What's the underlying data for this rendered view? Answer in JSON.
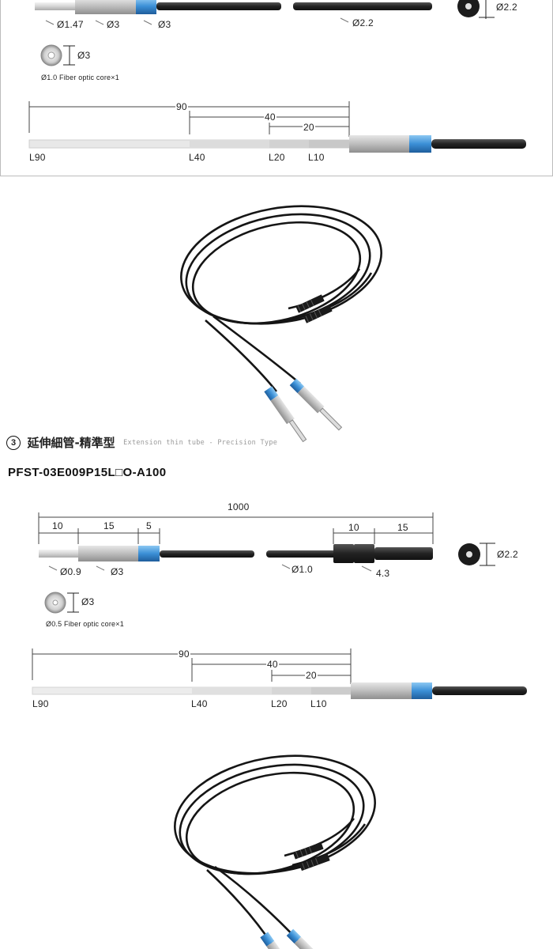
{
  "panel1": {
    "dims_top": [
      "Ø1.47",
      "Ø3",
      "Ø3",
      "Ø2.2",
      "Ø2.2"
    ],
    "core_dim": "Ø3",
    "core_note": "Ø1.0 Fiber optic core×1",
    "scale_dims": [
      "90",
      "40",
      "20"
    ],
    "scale_labels": [
      "L90",
      "L40",
      "L20",
      "L10"
    ]
  },
  "section3": {
    "number": "3",
    "title_zh": "延伸細管-精準型",
    "title_en": "Extension thin tube - Precision Type"
  },
  "panel2": {
    "model": "PFST-03E009P15L□O-A100",
    "overall": "1000",
    "left_dims": [
      "10",
      "15",
      "5"
    ],
    "right_dims": [
      "10",
      "15"
    ],
    "diam_labels": [
      "Ø0.9",
      "Ø3",
      "Ø1.0",
      "4.3",
      "Ø2.2"
    ],
    "core_dim": "Ø3",
    "core_note": "Ø0.5 Fiber optic core×1",
    "scale_dims": [
      "90",
      "40",
      "20"
    ],
    "scale_labels": [
      "L90",
      "L40",
      "L20",
      "L10"
    ]
  },
  "colors": {
    "blue_sleeve": "#3b8fd6",
    "cable": "#2a2a2a",
    "sleeve_gray": "#c8c8c8",
    "border": "#bcbcbc"
  }
}
